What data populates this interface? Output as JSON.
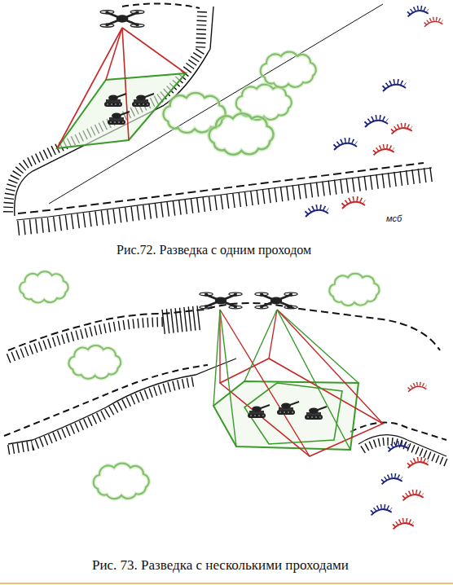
{
  "diagram": {
    "labels": [
      "мсб",
      "Рис.72. Разведка с одним проходом",
      "Рис. 73. Разведка с несколькими проходами"
    ]
  }
}
